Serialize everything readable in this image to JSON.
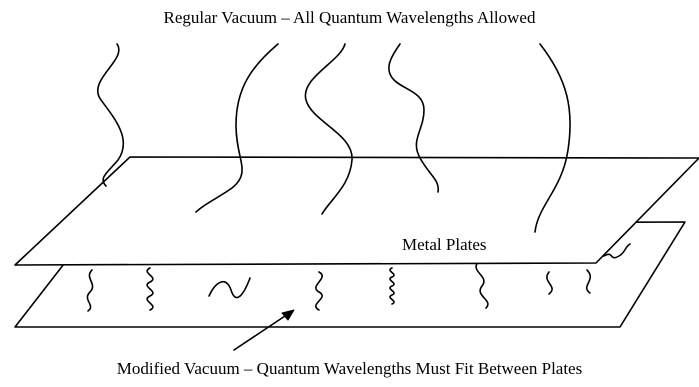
{
  "labels": {
    "top": "Regular Vacuum – All Quantum Wavelengths Allowed",
    "plates": "Metal Plates",
    "bottom": "Modified Vacuum – Quantum Wavelengths Must Fit Between Plates"
  },
  "colors": {
    "ink": "#000000",
    "background": "#ffffff"
  }
}
